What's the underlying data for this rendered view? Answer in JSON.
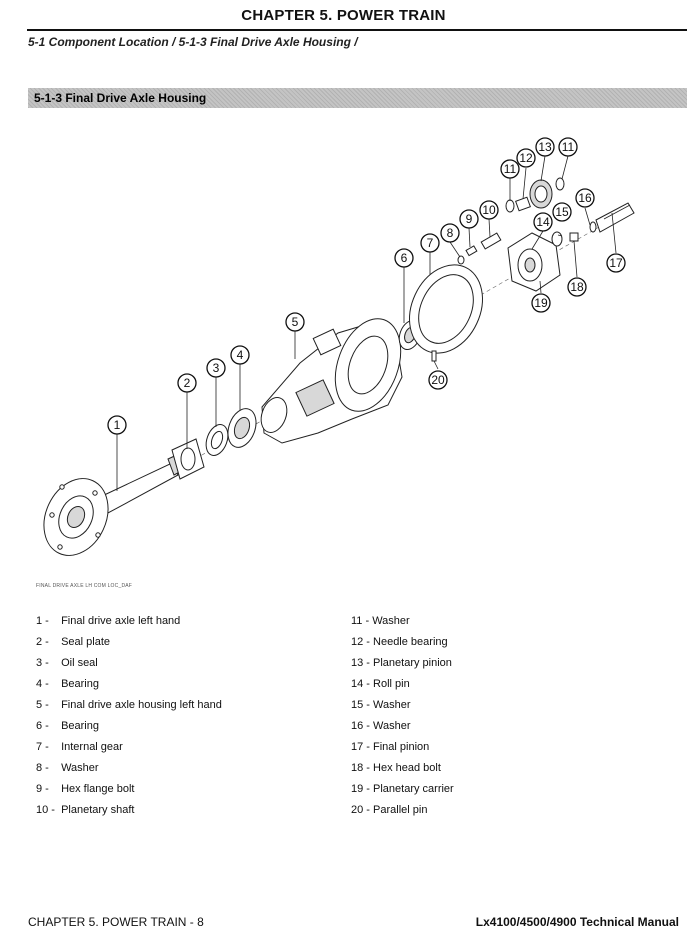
{
  "header": {
    "chapter_title": "CHAPTER 5. POWER TRAIN",
    "breadcrumb": "5-1 Component Location / 5-1-3 Final Drive Axle Housing /"
  },
  "section": {
    "title": "5-1-3   Final Drive Axle Housing"
  },
  "figure": {
    "caption": "FINAL DRIVE AXLE LH COM LOC_DAF",
    "callouts": [
      "1",
      "2",
      "3",
      "4",
      "5",
      "6",
      "7",
      "8",
      "9",
      "10",
      "11",
      "12",
      "13",
      "11",
      "14",
      "15",
      "16",
      "17",
      "18",
      "19",
      "20"
    ]
  },
  "legend_left": [
    {
      "num": "1 -",
      "name": "Final drive axle left hand"
    },
    {
      "num": "2 -",
      "name": "Seal plate"
    },
    {
      "num": "3 -",
      "name": "Oil seal"
    },
    {
      "num": "4 -",
      "name": "Bearing"
    },
    {
      "num": "5 -",
      "name": "Final drive axle housing left hand"
    },
    {
      "num": "6 -",
      "name": "Bearing"
    },
    {
      "num": "7 -",
      "name": "Internal gear"
    },
    {
      "num": "8 -",
      "name": "Washer"
    },
    {
      "num": "9 -",
      "name": "Hex flange bolt"
    },
    {
      "num": "10 -",
      "name": "Planetary shaft"
    }
  ],
  "legend_right": [
    {
      "text": "11 - Washer"
    },
    {
      "text": "12 - Needle bearing"
    },
    {
      "text": "13 - Planetary pinion"
    },
    {
      "text": "14 - Roll pin"
    },
    {
      "text": "15 - Washer"
    },
    {
      "text": "16 - Washer"
    },
    {
      "text": "17 - Final pinion"
    },
    {
      "text": "18 - Hex head bolt"
    },
    {
      "text": "19 - Planetary carrier"
    },
    {
      "text": "20 - Parallel pin"
    }
  ],
  "footer": {
    "left": "CHAPTER 5. POWER TRAIN - 8",
    "right": "Lx4100/4500/4900 Technical Manual"
  }
}
